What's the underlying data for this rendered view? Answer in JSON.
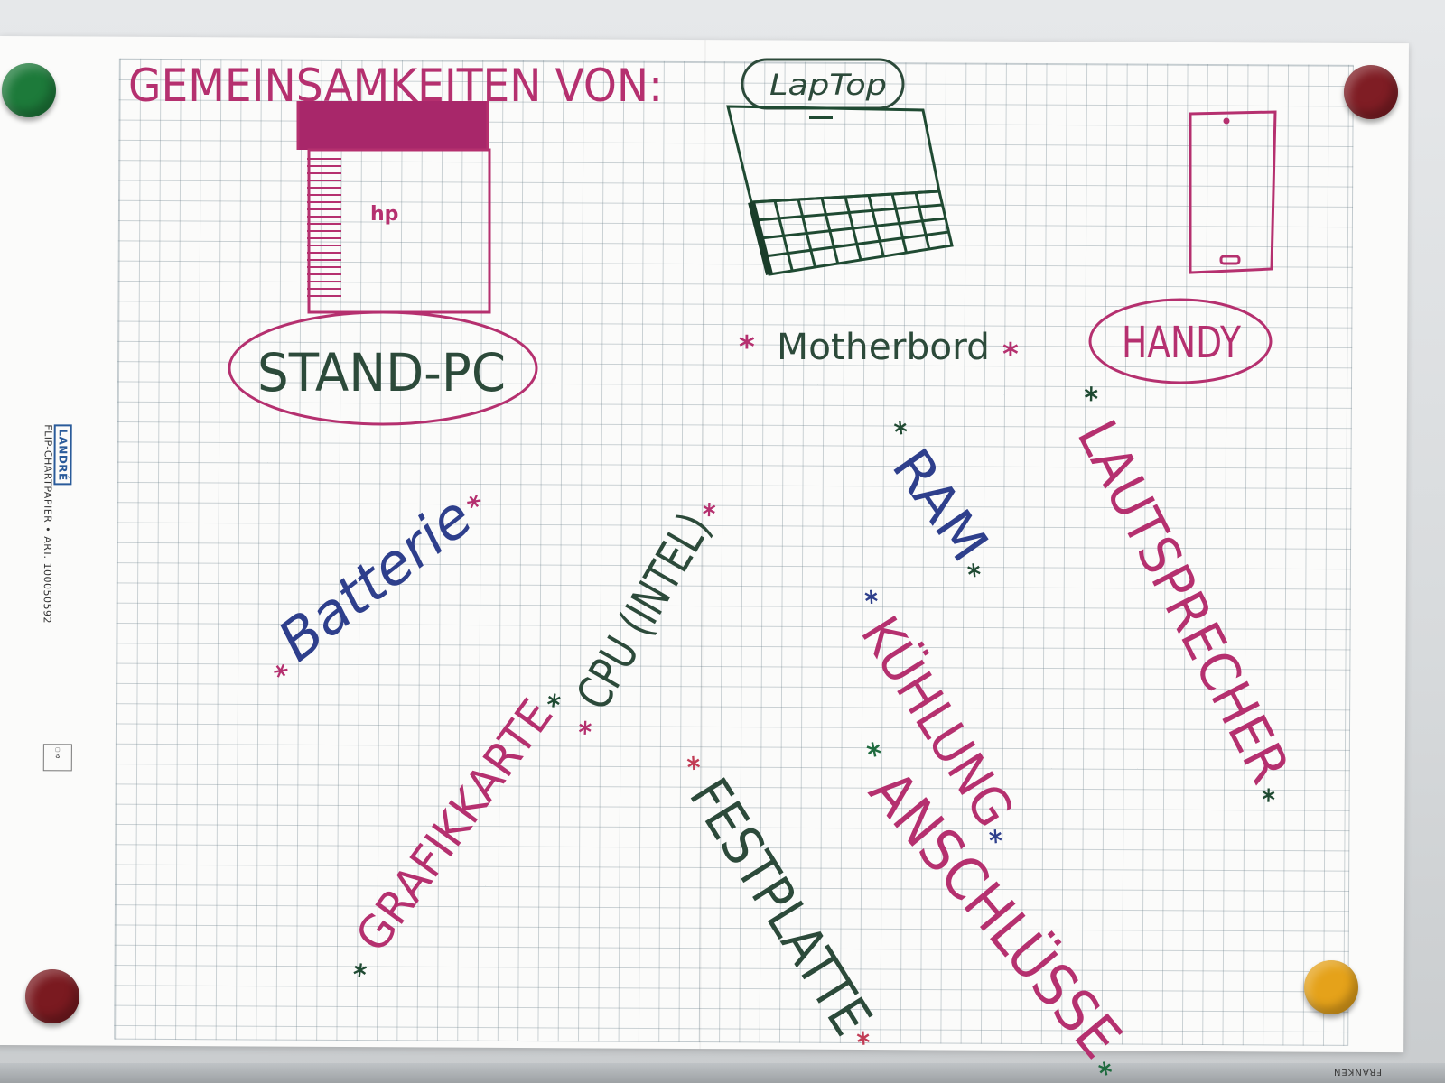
{
  "colors": {
    "magenta": "#b5306f",
    "magenta_fill": "#a8276a",
    "dark_green": "#2c4a3a",
    "green": "#1f6b3f",
    "blue": "#2e3f8c",
    "red_pink": "#c23c55",
    "paper": "#fbfbfa",
    "grid": "#8aa0aa"
  },
  "magnets": {
    "top_left": "#1d7a3a",
    "top_right": "#7f1d24",
    "bottom_left": "#7a1a20",
    "bottom_right": "#e5a21a"
  },
  "sidebar_brand": {
    "logo": "LANDRÉ",
    "product": "FLIP-CHARTPAPIER • ART. 100050592"
  },
  "heading": "GEMEINSAMKEITEN VON:",
  "devices": {
    "stand_pc": {
      "label": "STAND-PC",
      "logo": "hp",
      "icon": "desktop-pc-icon"
    },
    "laptop": {
      "label": "LapTop",
      "icon": "laptop-icon"
    },
    "handy": {
      "label": "HANDY",
      "icon": "smartphone-icon"
    }
  },
  "motherboard": "Motherbord",
  "common_parts": [
    {
      "text": "Batterie",
      "color": "blue"
    },
    {
      "text": "CPU (INTEL)",
      "color": "dark_green"
    },
    {
      "text": "GRAFIKKARTE",
      "color": "magenta"
    },
    {
      "text": "FESTPLATTE",
      "color": "dark_green"
    },
    {
      "text": "RAM",
      "color": "blue"
    },
    {
      "text": "KÜHLUNG",
      "color": "magenta"
    },
    {
      "text": "ANSCHLÜSSE",
      "color": "magenta"
    },
    {
      "text": "LAUTSPRECHER",
      "color": "magenta"
    }
  ],
  "asterisk": "*",
  "board_brand": "FRANKEN"
}
